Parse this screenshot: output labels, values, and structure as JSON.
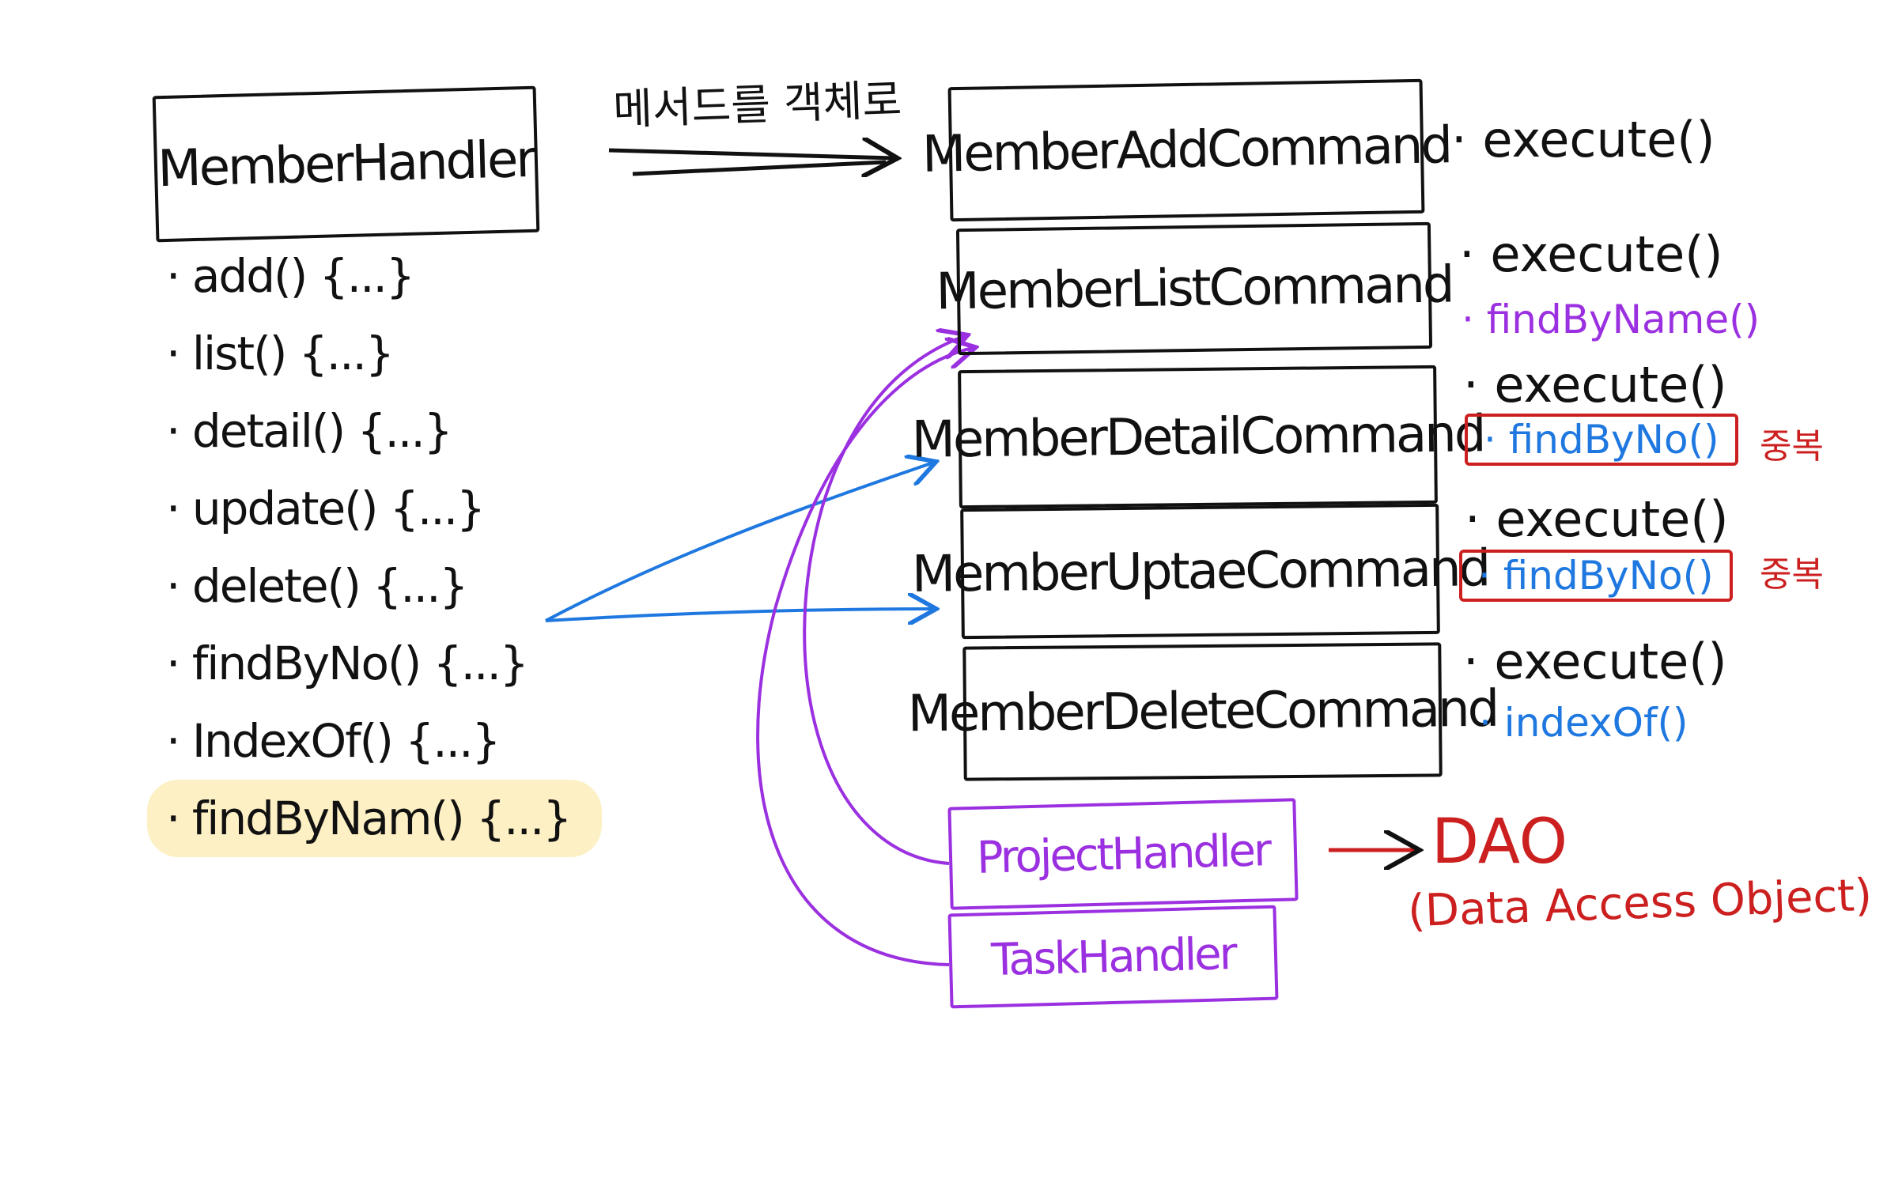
{
  "member_handler": {
    "title": "MemberHandler",
    "methods": [
      "add() {...}",
      "list() {...}",
      "detail() {...}",
      "update() {...}",
      "delete() {...}",
      "findByNo() {...}",
      "IndexOf() {...}",
      "findByNam() {...}"
    ]
  },
  "refactor_label": "메서드를 객체로",
  "commands": [
    {
      "name": "MemberAddCommand",
      "methods": [
        {
          "text": "execute()"
        }
      ]
    },
    {
      "name": "MemberListCommand",
      "methods": [
        {
          "text": "execute()"
        },
        {
          "text": "findByName()",
          "color": "purple"
        }
      ]
    },
    {
      "name": "MemberDetailCommand",
      "methods": [
        {
          "text": "execute()"
        },
        {
          "text": "findByNo()",
          "color": "blue",
          "boxed": true,
          "note": "중복"
        }
      ]
    },
    {
      "name": "MemberUptaeCommand",
      "methods": [
        {
          "text": "execute()"
        },
        {
          "text": "findByNo()",
          "color": "blue",
          "boxed": true,
          "note": "중복"
        }
      ]
    },
    {
      "name": "MemberDeleteCommand",
      "methods": [
        {
          "text": "execute()"
        },
        {
          "text": "indexOf()",
          "color": "blue"
        }
      ]
    }
  ],
  "handlers": [
    {
      "name": "ProjectHandler"
    },
    {
      "name": "TaskHandler"
    }
  ],
  "dao": {
    "title": "DAO",
    "subtitle": "(Data Access Object)"
  },
  "colors": {
    "ink": "#111111",
    "purple": "#9b30e0",
    "blue": "#1e78e0",
    "red": "#cc1f1f",
    "highlight": "#fdf0c4"
  }
}
